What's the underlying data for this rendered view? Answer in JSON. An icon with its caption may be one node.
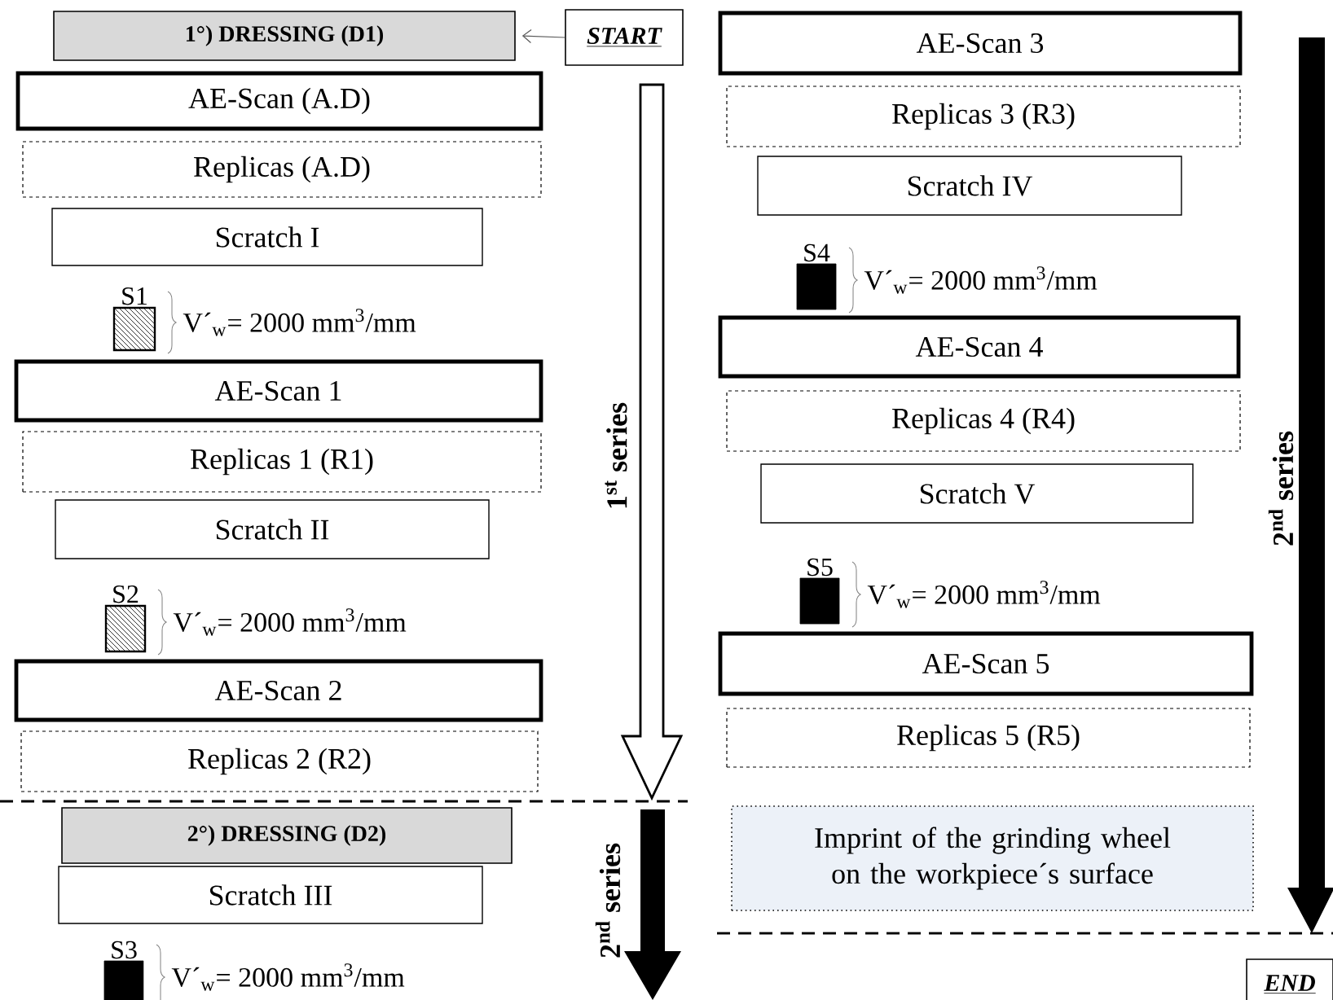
{
  "diagram": {
    "nodes": [
      {
        "text": [
          "1°) DRESSING (D1)"
        ]
      },
      {
        "text": [
          "START"
        ]
      },
      {
        "text": [
          "AE-Scan (A.D)"
        ]
      },
      {
        "text": [
          "Replicas (A.D)"
        ]
      },
      {
        "text": [
          "Scratch I"
        ]
      },
      {
        "text": [
          "S1"
        ],
        "beside": [
          "V´$_{w}$= 2000 mm$^{3}$/mm"
        ]
      },
      {
        "text": [
          "AE-Scan 1"
        ]
      },
      {
        "text": [
          "Replicas 1 (R1)"
        ]
      },
      {
        "text": [
          "Scratch II"
        ]
      },
      {
        "text": [
          "S2"
        ],
        "beside": [
          "V´$_{w}$= 2000 mm$^{3}$/mm"
        ]
      },
      {
        "text": [
          "AE-Scan 2"
        ]
      },
      {
        "text": [
          "Replicas 2 (R2)"
        ]
      },
      {
        "text": [
          "2°) DRESSING (D2)"
        ]
      },
      {
        "text": [
          "Scratch III"
        ]
      },
      {
        "text": [
          "S3"
        ],
        "beside": [
          "V´$_{w}$= 2000 mm$^{3}$/mm"
        ]
      },
      {
        "text": [
          "AE-Scan 3"
        ]
      },
      {
        "text": [
          "Replicas 3 (R3)"
        ]
      },
      {
        "text": [
          "Scratch IV"
        ]
      },
      {
        "text": [
          "S4"
        ],
        "beside": [
          "V´$_{w}$= 2000 mm$^{3}$/mm"
        ]
      },
      {
        "text": [
          "AE-Scan 4"
        ]
      },
      {
        "text": [
          "Replicas 4 (R4)"
        ]
      },
      {
        "text": [
          "Scratch V"
        ]
      },
      {
        "text": [
          "S5"
        ],
        "beside": [
          "V´$_{w}$= 2000 mm$^{3}$/mm"
        ]
      },
      {
        "text": [
          "AE-Scan 5"
        ]
      },
      {
        "text": [
          "Replicas 5 (R5)"
        ]
      },
      {
        "text": [
          "Imprint of the grinding wheel on the workpiece´s surface"
        ]
      },
      {
        "text": [
          "END"
        ]
      }
    ],
    "edges": [
      {
        "from": 1,
        "to": 0,
        "arrow": "to"
      }
    ],
    "labels": [
      "1$^{st}$ series",
      "2$^{nd}$ series",
      "2$^{nd}$ series"
    ]
  }
}
